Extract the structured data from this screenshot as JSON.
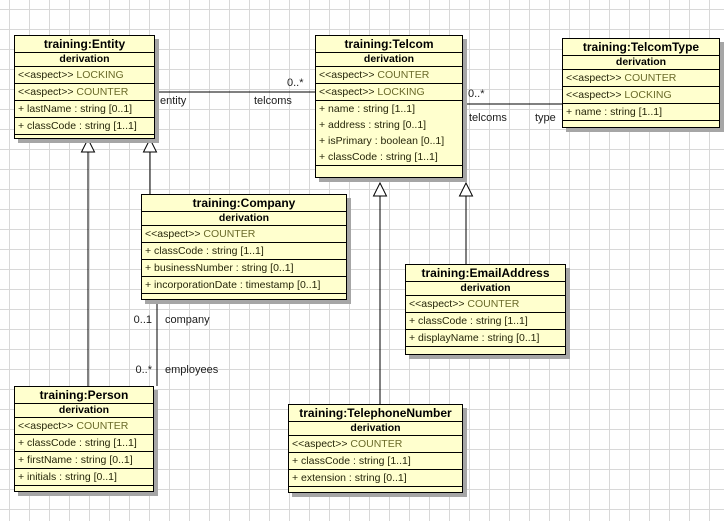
{
  "diagram": {
    "kind": "uml-class-diagram"
  },
  "colors": {
    "background": "#ffffff",
    "grid_line": "#d8d8d8",
    "class_fill": "#ffffce",
    "class_border": "#000000",
    "class_shadow": "#a6a6a6",
    "aspect_value_text": "#6b6b2a"
  },
  "classes": [
    {
      "title": "training:Entity",
      "subtitle": "derivation",
      "aspects": [
        {
          "prefix": "<<aspect>>",
          "value": "LOCKING"
        },
        {
          "prefix": "<<aspect>>",
          "value": "COUNTER"
        }
      ],
      "attributes": [
        "+ lastName : string [0..1]",
        "+ classCode : string [1..1]"
      ]
    },
    {
      "title": "training:Telcom",
      "subtitle": "derivation",
      "aspects": [
        {
          "prefix": "<<aspect>>",
          "value": "COUNTER"
        },
        {
          "prefix": "<<aspect>>",
          "value": "LOCKING"
        }
      ],
      "attributes": [
        "+ name : string [1..1]",
        "+ address : string [0..1]",
        "+ isPrimary : boolean [0..1]",
        "+ classCode : string [1..1]"
      ]
    },
    {
      "title": "training:TelcomType",
      "subtitle": "derivation",
      "aspects": [
        {
          "prefix": "<<aspect>>",
          "value": "COUNTER"
        },
        {
          "prefix": "<<aspect>>",
          "value": "LOCKING"
        }
      ],
      "attributes": [
        "+ name : string [1..1]"
      ]
    },
    {
      "title": "training:Company",
      "subtitle": "derivation",
      "aspects": [
        {
          "prefix": "<<aspect>>",
          "value": "COUNTER"
        }
      ],
      "attributes": [
        "+ classCode : string [1..1]",
        "+ businessNumber : string [0..1]",
        "+ incorporationDate : timestamp [0..1]"
      ]
    },
    {
      "title": "training:EmailAddress",
      "subtitle": "derivation",
      "aspects": [
        {
          "prefix": "<<aspect>>",
          "value": "COUNTER"
        }
      ],
      "attributes": [
        "+ classCode : string [1..1]",
        "+ displayName : string [0..1]"
      ]
    },
    {
      "title": "training:Person",
      "subtitle": "derivation",
      "aspects": [
        {
          "prefix": "<<aspect>>",
          "value": "COUNTER"
        }
      ],
      "attributes": [
        "+ classCode : string [1..1]",
        "+ firstName : string [0..1]",
        "+ initials : string [0..1]"
      ]
    },
    {
      "title": "training:TelephoneNumber",
      "subtitle": "derivation",
      "aspects": [
        {
          "prefix": "<<aspect>>",
          "value": "COUNTER"
        }
      ],
      "attributes": [
        "+ classCode : string [1..1]",
        "+ extension : string [0..1]"
      ]
    }
  ],
  "relations": {
    "entity_telcom": {
      "multiplicity": "0..*",
      "source_role": "entity",
      "target_role": "telcoms"
    },
    "telcom_telcomtype": {
      "multiplicity": "0..*",
      "source_role": "telcoms",
      "target_role": "type"
    },
    "company_person": {
      "source_multiplicity": "0..1",
      "source_role": "company",
      "target_multiplicity": "0..*",
      "target_role": "employees"
    }
  }
}
